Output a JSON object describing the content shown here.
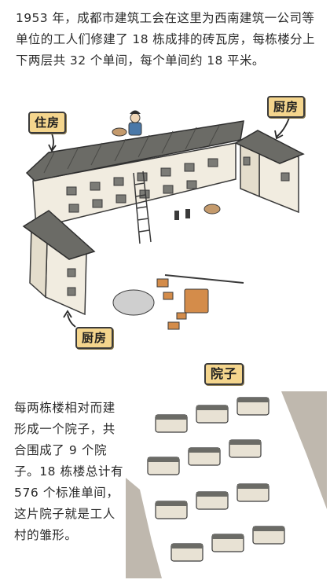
{
  "intro_text": "1953 年，成都市建筑工会在这里为西南建筑一公司等单位的工人们修建了 18 栋成排的砖瓦房，每栋楼分上下两层共 32 个单间，每个单间约 18 平米。",
  "labels": {
    "residence": "住房",
    "kitchen_right": "厨房",
    "kitchen_left": "厨房",
    "courtyard": "院子"
  },
  "courtyard_text": "每两栋楼相对而建形成一个院子，共合围成了 9 个院子。18 栋楼总计有 576 个标准单间，这片院子就是工人村的雏形。",
  "colors": {
    "roof": "#6b6b66",
    "wall": "#f1ece0",
    "label_bg": "#f4d58d",
    "outline": "#3a3a3a",
    "worker_blue": "#4a78a8"
  }
}
